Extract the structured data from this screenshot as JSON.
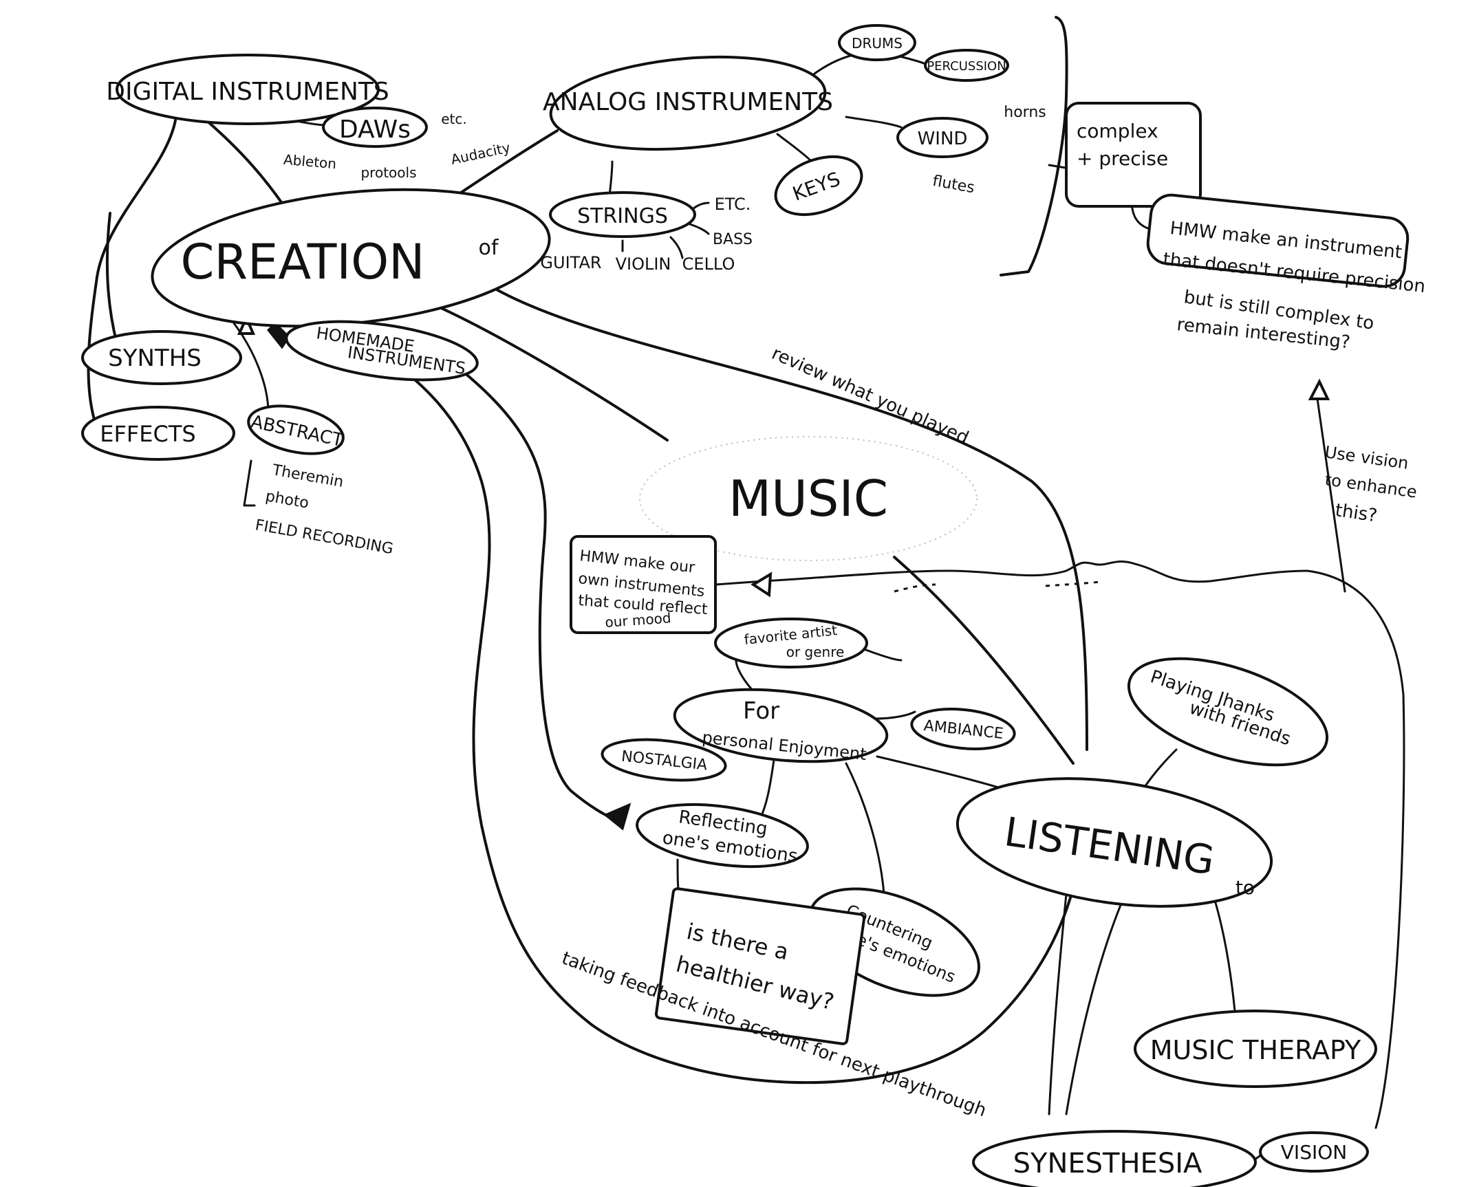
{
  "diagram": {
    "central": "MUSIC",
    "creation": {
      "label": "CREATION",
      "suffix": "of"
    },
    "listening": {
      "label": "LISTENING",
      "suffix": "to"
    },
    "digital_instruments": "DIGITAL INSTRUMENTS",
    "daws": "DAWs",
    "daw_examples": [
      "etc.",
      "Ableton",
      "protools",
      "Audacity"
    ],
    "analog_instruments": "ANALOG INSTRUMENTS",
    "drums": "DRUMS",
    "percussion": "PERCUSSION",
    "wind": "WIND",
    "horns": "horns",
    "flutes": "flutes",
    "keys": "KEYS",
    "strings": "STRINGS",
    "strings_etc": "ETC.",
    "bass": "BASS",
    "guitar": "GUITAR",
    "violin": "VIOLIN",
    "cello": "CELLO",
    "complex_box": [
      "complex",
      "+ precise"
    ],
    "hmw_instrument": [
      "HMW make an instrument",
      "that doesn't require precision",
      "but is still complex to",
      "remain interesting?"
    ],
    "vision_note": [
      "Use vision",
      "to enhance",
      "this?"
    ],
    "synths": "SYNTHS",
    "effects": "EFFECTS",
    "homemade": [
      "HOMEMADE",
      "INSTRUMENTS"
    ],
    "abstract": "ABSTRACT",
    "abstract_items": [
      "Theremin",
      "photo",
      "FIELD RECORDING"
    ],
    "hmw_own": [
      "HMW make our",
      "own instruments",
      "that could reflect",
      "our mood"
    ],
    "review_note": "review what you played",
    "favorite": [
      "favorite artist",
      "or genre"
    ],
    "personal": [
      "For",
      "personal Enjoyment"
    ],
    "ambiance": "AMBIANCE",
    "nostalgia": "NOSTALGIA",
    "reflecting": [
      "Reflecting",
      "one's emotions"
    ],
    "countering": [
      "Countering",
      "one's emotions"
    ],
    "healthier": [
      "is there a",
      "healthier way?"
    ],
    "playing_friends": [
      "Playing Jhanks",
      "with friends"
    ],
    "music_therapy": "MUSIC THERAPY",
    "synesthesia": "SYNESTHESIA",
    "vision": "VISION",
    "feedback_note": "taking feedback into account for next playthrough"
  }
}
